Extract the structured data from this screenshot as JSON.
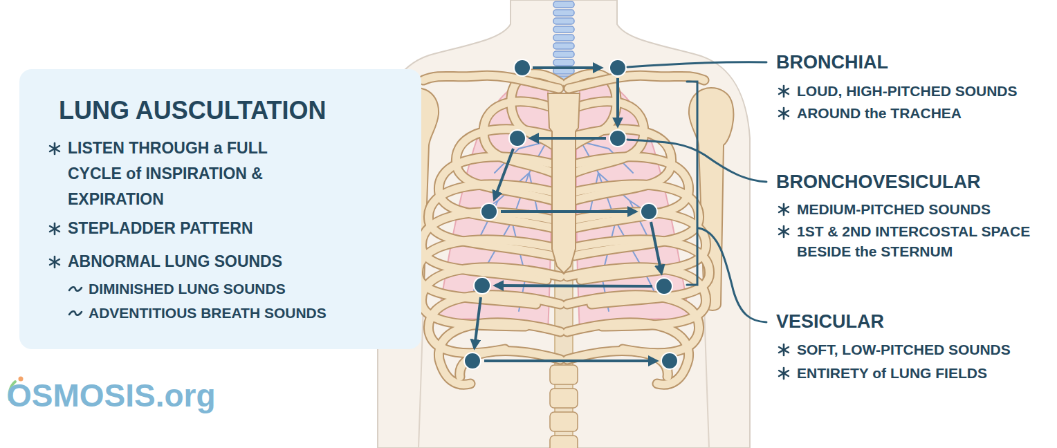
{
  "diagram": {
    "title": "LUNG AUSCULTATION",
    "nodes": [
      {
        "text": [
          "LISTEN THROUGH a FULL CYCLE of INSPIRATION & EXPIRATION",
          "STEPLADDER PATTERN",
          "ABNORMAL LUNG SOUNDS",
          "DIMINISHED LUNG SOUNDS",
          "ADVENTITIOUS BREATH SOUNDS"
        ]
      }
    ],
    "labels": [
      "BRONCHIAL",
      "LOUD, HIGH-PITCHED SOUNDS",
      "AROUND the TRACHEA",
      "BRONCHOVESICULAR",
      "MEDIUM-PITCHED SOUNDS",
      "1ST & 2ND INTERCOSTAL SPACE BESIDE the STERNUM",
      "VESICULAR",
      "SOFT, LOW-PITCHED SOUNDS",
      "ENTIRETY of LUNG FIELDS",
      "OSMOSIS.org"
    ]
  }
}
